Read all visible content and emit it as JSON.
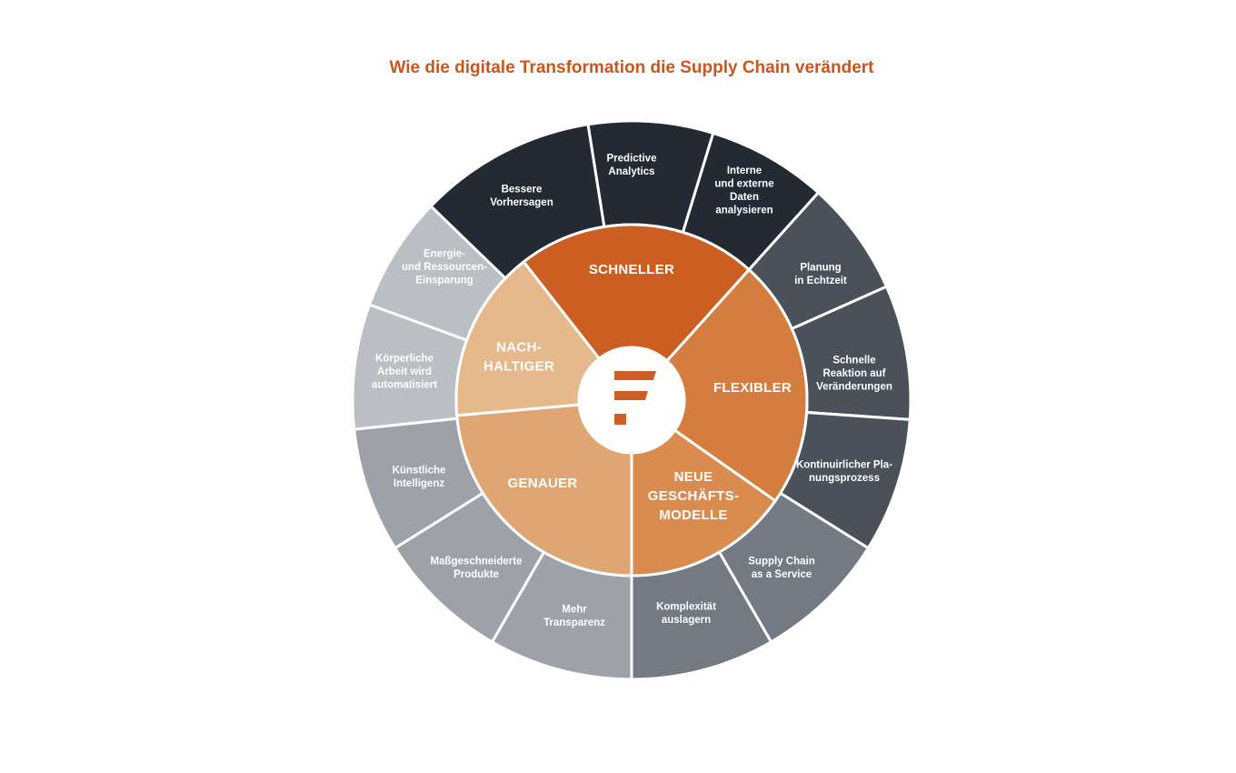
{
  "title": "Wie die digitale Transformation die Supply Chain verändert",
  "center_icon": "stacked-bars-logo-icon",
  "colors": {
    "title": "#c8561f",
    "center_icon": "#cd5e25"
  },
  "inner_ring": [
    {
      "id": "schneller",
      "lines": [
        "SCHNELLER"
      ],
      "color": "#cd5e22"
    },
    {
      "id": "flexibler",
      "lines": [
        "FLEXIBLER"
      ],
      "color": "#d57d3e"
    },
    {
      "id": "neue-geschaeftsmodelle",
      "lines": [
        "NEUE",
        "GESCHÄFTS-",
        "MODELLE"
      ],
      "color": "#da8b4f"
    },
    {
      "id": "genauer",
      "lines": [
        "GENAUER"
      ],
      "color": "#dfa673"
    },
    {
      "id": "nachhaltiger",
      "lines": [
        "NACH-",
        "HALTIGER"
      ],
      "color": "#e6b98c"
    }
  ],
  "outer_ring": [
    {
      "id": "predictive-analytics",
      "lines": [
        "Predictive",
        "Analytics"
      ],
      "color": "#232a33"
    },
    {
      "id": "interne-externe-daten",
      "lines": [
        "Interne",
        "und externe",
        "Daten",
        "analysieren"
      ],
      "color": "#232a33"
    },
    {
      "id": "planung-echtzeit",
      "lines": [
        "Planung",
        "in Echtzeit"
      ],
      "color": "#4a515b"
    },
    {
      "id": "schnelle-reaktion",
      "lines": [
        "Schnelle",
        "Reaktion auf",
        "Veränderungen"
      ],
      "color": "#4a515b"
    },
    {
      "id": "kontinuierlicher-planungsprozess",
      "lines": [
        "Kontinuirlicher Pla-",
        "nungsprozess"
      ],
      "color": "#4a515b"
    },
    {
      "id": "supply-chain-service",
      "lines": [
        "Supply Chain",
        "as a Service"
      ],
      "color": "#747a83"
    },
    {
      "id": "komplexitaet-auslagern",
      "lines": [
        "Komplexität",
        "auslagern"
      ],
      "color": "#747a83"
    },
    {
      "id": "mehr-transparenz",
      "lines": [
        "Mehr",
        "Transparenz"
      ],
      "color": "#9ea2a8"
    },
    {
      "id": "massgeschneiderte-produkte",
      "lines": [
        "Maßgeschneiderte",
        "Produkte"
      ],
      "color": "#9ea2a8"
    },
    {
      "id": "kuenstliche-intelligenz",
      "lines": [
        "Künstliche",
        "Intelligenz"
      ],
      "color": "#9ea2a8"
    },
    {
      "id": "koerperliche-arbeit",
      "lines": [
        "Körperliche",
        "Arbeit wird",
        "automatisiert"
      ],
      "color": "#bbbec3"
    },
    {
      "id": "energie-ressourcen",
      "lines": [
        "Energie-",
        "und Ressourcen-",
        "Einsparung"
      ],
      "color": "#bbbec3"
    },
    {
      "id": "bessere-vorhersagen",
      "lines": [
        "Bessere",
        "Vorhersagen"
      ],
      "color": "#232a33"
    }
  ]
}
